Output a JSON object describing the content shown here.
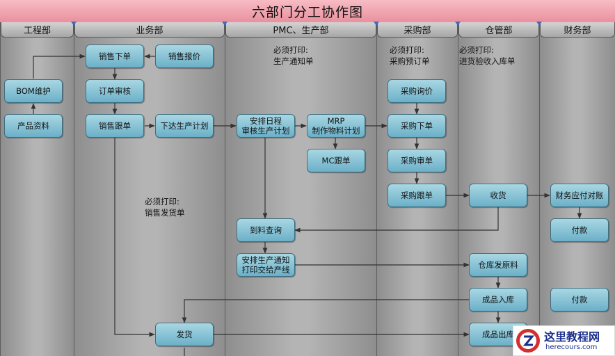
{
  "title": "六部门分工协作图",
  "lanes": [
    "工程部",
    "业务部",
    "PMC、生产部",
    "采购部",
    "仓管部",
    "财务部"
  ],
  "nodes": {
    "bom": "BOM维护",
    "product_info": "产品资料",
    "sales_order": "销售下单",
    "sales_quote": "销售报价",
    "order_review": "订单审核",
    "sales_follow": "销售跟单",
    "issue_plan": "下达生产计划",
    "schedule": "安排日程\n审核生产计划",
    "mrp": "MRP\n制作物料计划",
    "mc": "MC跟单",
    "arrival_query": "到料查询",
    "arrange_notice": "安排生产通知\n打印交给产线",
    "ship": "发货",
    "purchase_inquiry": "采购询价",
    "purchase_order": "采购下单",
    "purchase_review": "采购审单",
    "purchase_follow": "采购跟单",
    "receive": "收货",
    "warehouse_issue": "仓库发原料",
    "fg_in": "成品入库",
    "fg_out": "成品出库",
    "reconcile": "财务应付对账",
    "payment1": "付款",
    "payment2": "付款"
  },
  "notes": {
    "pmc": "必须打印:\n生产通知单",
    "purchase": "必须打印:\n采购预订单",
    "warehouse": "必须打印:\n进货验收入库单",
    "sales": "必须打印:\n销售发货单"
  },
  "watermark": {
    "title": "这里教程网",
    "url": "herecours.com"
  },
  "colors": {
    "title_bar": "#f0a9b4",
    "node_fill": "#7fc0d4",
    "lane_fill": "#b4b4b4",
    "watermark_text": "#1a2f8a"
  }
}
